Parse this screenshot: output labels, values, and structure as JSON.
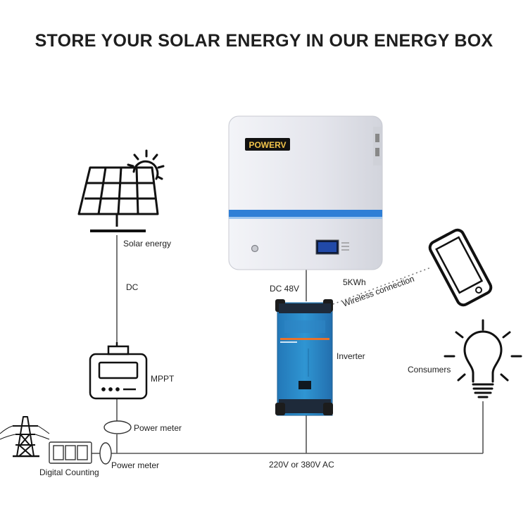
{
  "title": "STORE YOUR SOLAR ENERGY IN OUR ENERGY BOX",
  "labels": {
    "solar_energy": "Solar energy",
    "dc": "DC",
    "mppt": "MPPT",
    "power_meter_1": "Power meter",
    "power_meter_2": "Power meter",
    "digital_counting": "Digital Counting",
    "dc_48v": "DC 48V",
    "capacity": "5KWh",
    "wireless": "Wireless connection",
    "inverter": "Inverter",
    "consumers": "Consumers",
    "ac_line": "220V or 380V AC"
  },
  "battery": {
    "brand": "POWERV",
    "accent_color": "#2f7fd6",
    "body_color": "#e6e7ed"
  },
  "inverter": {
    "color": "#2a8bc9"
  }
}
